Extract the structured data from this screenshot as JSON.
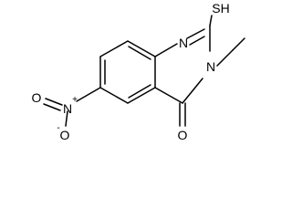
{
  "molecule": {
    "atoms": {
      "n1": "N",
      "n3": "N",
      "sh": "SH",
      "o_carbonyl": "O",
      "n_nitro": "N",
      "n_nitro_charge": "+",
      "o_nitro_1": "O",
      "o_nitro_1_charge": "-",
      "o_nitro_2": "O"
    }
  }
}
